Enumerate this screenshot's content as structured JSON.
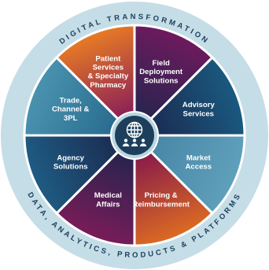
{
  "diagram": {
    "outer_ring": {
      "top_text": "DIGITAL TRANSFORMATION",
      "bottom_text": "DATA, ANALYTICS, PRODUCTS & PLATFORMS",
      "ring_color": "#c5dde6",
      "text_color": "#1b3f5e"
    },
    "center": {
      "icon": "globe-with-people-icon",
      "fill": "#1d3f5c",
      "ring": "#b9d6e0"
    },
    "segments": [
      {
        "label": "Field Deployment Solutions",
        "lines": [
          "Field",
          "Deployment",
          "Solutions"
        ],
        "color_outer": "#6e1a5e",
        "color_inner": "#2b2450"
      },
      {
        "label": "Advisory Services",
        "lines": [
          "Advisory",
          "Services"
        ],
        "color_outer": "#1a5a80",
        "color_inner": "#1b2f55"
      },
      {
        "label": "Market Access",
        "lines": [
          "Market",
          "Access"
        ],
        "color_outer": "#5fa0bb",
        "color_inner": "#4a88a8"
      },
      {
        "label": "Pricing & Reimbursement",
        "lines": [
          "Pricing &",
          "Reimbursement"
        ],
        "color_outer": "#dc6b22",
        "color_inner": "#8b1e48"
      },
      {
        "label": "Medical Affairs",
        "lines": [
          "Medical",
          "Affairs"
        ],
        "color_outer": "#7a1c58",
        "color_inner": "#2a2350"
      },
      {
        "label": "Agency Solutions",
        "lines": [
          "Agency",
          "Solutions"
        ],
        "color_outer": "#1e5c83",
        "color_inner": "#1b2f55"
      },
      {
        "label": "Trade, Channel & 3PL",
        "lines": [
          "Trade,",
          "Channel &",
          "3PL"
        ],
        "color_outer": "#4a93b0",
        "color_inner": "#2a6d90"
      },
      {
        "label": "Patient Services & Specialty Pharmacy",
        "lines": [
          "Patient",
          "Services",
          "& Specialty",
          "Pharmacy"
        ],
        "color_outer": "#e87b23",
        "color_inner": "#8e2356"
      }
    ]
  }
}
